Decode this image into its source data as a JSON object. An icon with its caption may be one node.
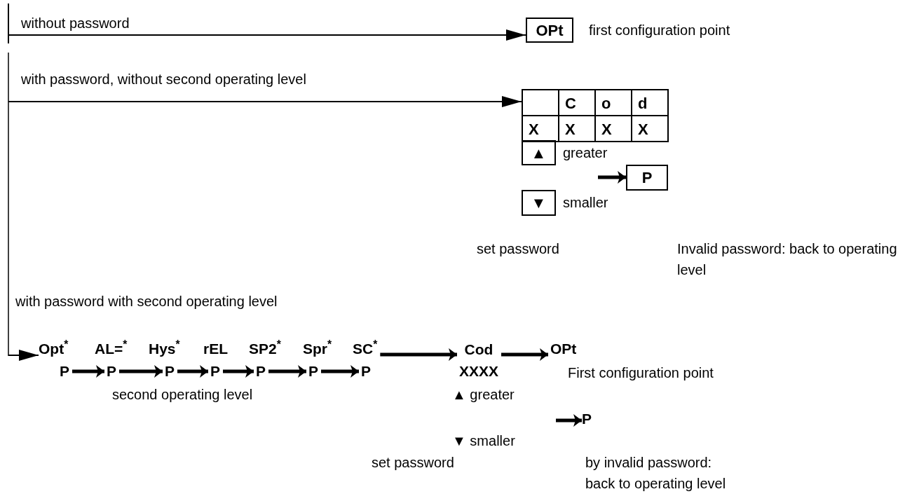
{
  "diagram": {
    "nodes": [
      {
        "text": [
          "OPt"
        ],
        "beside": [
          "first configuration point"
        ]
      },
      {
        "text": [
          "C",
          "o",
          "d",
          "X",
          "X",
          "X",
          "X"
        ]
      },
      {
        "text": [
          "▲"
        ],
        "beside": [
          "greater"
        ]
      },
      {
        "text": [
          "P"
        ]
      },
      {
        "text": [
          "▼"
        ],
        "beside": [
          "smaller"
        ]
      },
      {
        "text": [
          "Opt$^{*}$"
        ]
      },
      {
        "text": [
          "AL=$^{*}$"
        ]
      },
      {
        "text": [
          "Hys$^{*}$"
        ]
      },
      {
        "text": [
          "rEL"
        ]
      },
      {
        "text": [
          "SP2$^{*}$"
        ]
      },
      {
        "text": [
          "Spr$^{*}$"
        ]
      },
      {
        "text": [
          "SC$^{*}$"
        ]
      },
      {
        "text": [
          "P"
        ]
      },
      {
        "text": [
          "P"
        ]
      },
      {
        "text": [
          "P"
        ]
      },
      {
        "text": [
          "P"
        ]
      },
      {
        "text": [
          "P"
        ]
      },
      {
        "text": [
          "P"
        ]
      },
      {
        "text": [
          "P"
        ]
      },
      {
        "text": [
          "Cod",
          "XXXX"
        ]
      },
      {
        "text": [
          "OPt"
        ],
        "beside": [
          "First configuration point"
        ]
      },
      {
        "text": [
          "P"
        ]
      }
    ],
    "edges": [
      {
        "from": null,
        "to": 0,
        "arrow": "to",
        "label": "without password"
      },
      {
        "from": null,
        "to": 1,
        "arrow": "to",
        "label": "with password, without second operating level"
      },
      {
        "from": null,
        "to": 3,
        "arrow": "to"
      },
      {
        "from": null,
        "to": 5,
        "arrow": "to"
      },
      {
        "from": 12,
        "to": 13,
        "arrow": "to"
      },
      {
        "from": 13,
        "to": 14,
        "arrow": "to"
      },
      {
        "from": 14,
        "to": 15,
        "arrow": "to"
      },
      {
        "from": 15,
        "to": 16,
        "arrow": "to"
      },
      {
        "from": 16,
        "to": 17,
        "arrow": "to"
      },
      {
        "from": 17,
        "to": 18,
        "arrow": "to"
      },
      {
        "from": 11,
        "to": 19,
        "arrow": "to"
      },
      {
        "from": 19,
        "to": 20,
        "arrow": "to"
      },
      {
        "from": null,
        "to": 21,
        "arrow": "to"
      }
    ],
    "labels": [
      "set password",
      "Invalid password: back to operating level",
      "with password with second operating level",
      "second operating level",
      "▲ greater",
      "▼ smaller",
      "set password",
      "by invalid password: back to operating level"
    ]
  }
}
